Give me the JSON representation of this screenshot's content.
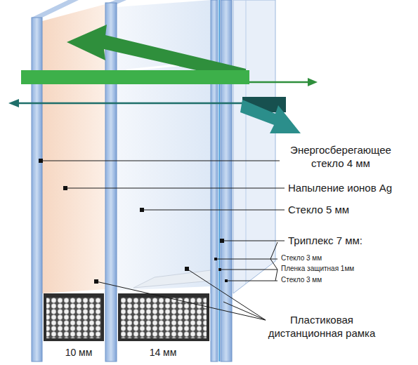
{
  "diagram": {
    "labels": [
      "Энергосберегающее стекло 4 мм",
      "Напыление ионов Ag",
      "Стекло 5 мм",
      "Триплекс 7 мм:",
      "Стекло 3 мм",
      "Пленка защитная 1мм",
      "Стекло 3 мм",
      "Пластиковая дистанционная рамка",
      "10 мм",
      "14 мм"
    ]
  }
}
